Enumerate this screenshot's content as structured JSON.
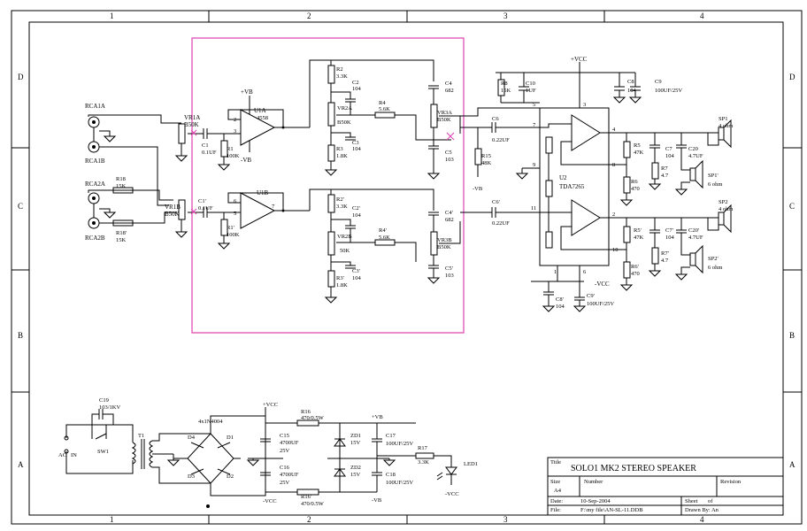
{
  "border": {
    "cols": [
      "1",
      "2",
      "3",
      "4"
    ],
    "rows": [
      "D",
      "C",
      "B",
      "A"
    ]
  },
  "title_block": {
    "title_label": "Title",
    "title": "SOLO1 MK2 STEREO SPEAKER",
    "size_label": "Size",
    "size": "A4",
    "number_label": "Number",
    "revision_label": "Revision",
    "date_label": "Date:",
    "date": "10-Sep-2004",
    "file_label": "File:",
    "file": "F:\\my file\\AN-SL-11.DDB",
    "sheet_label": "Sheet",
    "sheet_of": "of",
    "drawn_by": "Drawn By: An"
  },
  "labels": {
    "rca1a": "RCA1A",
    "rca1b": "RCA1B",
    "rca2a": "RCA2A",
    "rca2b": "RCA2B",
    "r18": "R18",
    "r18v": "15K",
    "r18p": "R18'",
    "r18pv": "15K",
    "vr1a": "VR1A",
    "vr1av": "B50K",
    "vr1b": "VR1B",
    "vr1bv": "B50K",
    "c1": "C1",
    "c1v": "0.1UF",
    "c1p": "C1'",
    "c1pv": "0.1UF",
    "r1": "R1",
    "r1v": "100K",
    "r1p": "R1'",
    "r1pv": "100K",
    "u1a": "U1A",
    "u1av": "4558",
    "u1b": "U1B",
    "pvb": "+VB",
    "nvb": "-VB",
    "nvb2": "-VB",
    "r2": "R2",
    "r2v": "3.3K",
    "c2": "C2",
    "c2v": "104",
    "vr2a": "VR2A",
    "vr2av": "B50K",
    "c3": "C3",
    "c3v": "104",
    "r3": "R3",
    "r3v": "1.8K",
    "r4": "R4",
    "r4v": "5.6K",
    "c4": "C4",
    "c4v": "682",
    "vr3a": "VR3A",
    "vr3av": "B50K",
    "c5": "C5",
    "c5v": "103",
    "r2p": "R2'",
    "r2pv": "3.3K",
    "c2p": "C2'",
    "c2pv": "104",
    "vr2b": "VR2B",
    "vr2bv": "50K",
    "c3p": "C3'",
    "c3pv": "104",
    "r3p": "R3'",
    "r3pv": "1.8K",
    "r4p": "R4'",
    "r4pv": "5.6K",
    "c4p": "C4'",
    "c4pv": "682",
    "vr3b": "VR3B",
    "vr3bv": "B50K",
    "c5p": "C5'",
    "c5pv": "103",
    "r8": "R8",
    "r8v": "15K",
    "c10": "C10",
    "c10v": "1UF",
    "pvcc": "+VCC",
    "c8": "C8",
    "c8v": "104",
    "c9": "C9",
    "c9v": "100UF/25V",
    "c6": "C6",
    "c6v": "0.22UF",
    "c6p": "C6'",
    "c6pv": "0.22UF",
    "r15": "R15",
    "r15v": "48K",
    "u2": "U2",
    "u2v": "TDA7265",
    "pin5": "5",
    "pin7": "7",
    "pin9": "9",
    "pin11": "11",
    "pin4": "4",
    "pin8": "8",
    "pin2": "2",
    "pin10": "10",
    "pin1": "1",
    "pin6": "6",
    "pin3": "3",
    "nvcc": "-VCC",
    "c8p": "C8'",
    "c8pv": "104",
    "c9p": "C9'",
    "c9pv": "100UF/25V",
    "r5": "R5",
    "r5v": "47K",
    "r6": "R6",
    "r6v": "470",
    "r7": "R7",
    "r7v": "4.7",
    "c7": "C7",
    "c7v": "104",
    "c20": "C20",
    "c20v": "4.7UF",
    "r5p": "R5'",
    "r5pv": "47K",
    "r6p": "R6'",
    "r6pv": "470",
    "r7p": "R7'",
    "r7pv": "4.7",
    "c7p": "C7'",
    "c7pv": "104",
    "c20p": "C20'",
    "c20pv": "4.7UF",
    "sp1": "SP1",
    "sp1v": "4 ohm",
    "sp1p": "SP1'",
    "sp1pv": "6 ohm",
    "sp2": "SP2",
    "sp2v": "4 ohm",
    "sp2p": "SP2'",
    "sp2pv": "6 ohm",
    "c19": "C19",
    "c19v": "103/1KV",
    "sw1": "SW1",
    "ac": "AC",
    "in": "IN",
    "t1": "T1",
    "bridge": "4x1N4004",
    "d1": "D1",
    "d2": "D2",
    "d3": "D3",
    "d4": "D4",
    "pvcc2": "+VCC",
    "nvcc2": "-VCC",
    "c15": "C15",
    "c15v": "4700UF",
    "c15v2": "25V",
    "c16": "C16",
    "c16v": "4700UF",
    "c16v2": "25V",
    "r16": "R16",
    "r16v": "470/0.5W",
    "r16p": "R16'",
    "r16pv": "470/0.5W",
    "pvb2": "+VB",
    "nvb3": "-VB",
    "zd1": "ZD1",
    "zd1v": "15V",
    "zd2": "ZD2",
    "zd2v": "15V",
    "c17": "C17",
    "c17v": "100UF/25V",
    "c18": "C18",
    "c18v": "100UF/25V",
    "r17": "R17",
    "r17v": "3.3K",
    "led1": "LED1",
    "nvcc3": "-VCC"
  }
}
